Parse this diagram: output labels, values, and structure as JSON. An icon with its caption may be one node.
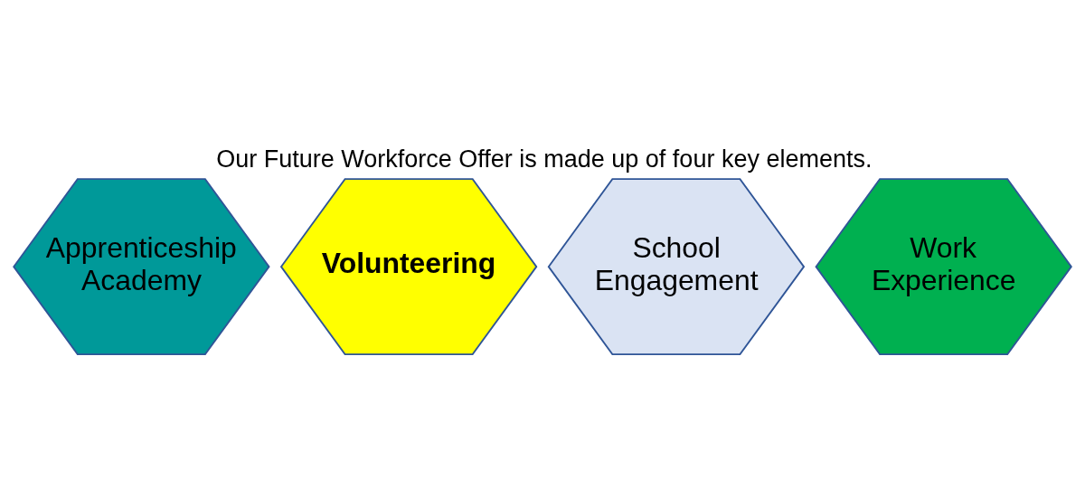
{
  "diagram": {
    "title": "Our Future Workforce Offer is made up of four key elements.",
    "nodes": [
      {
        "text": [
          "Volunteering"
        ]
      },
      {
        "text": [
          "Apprenticeship Academy"
        ]
      },
      {
        "text": [
          "Work Experience"
        ]
      },
      {
        "text": [
          "School Engagement"
        ]
      }
    ],
    "edges": []
  }
}
